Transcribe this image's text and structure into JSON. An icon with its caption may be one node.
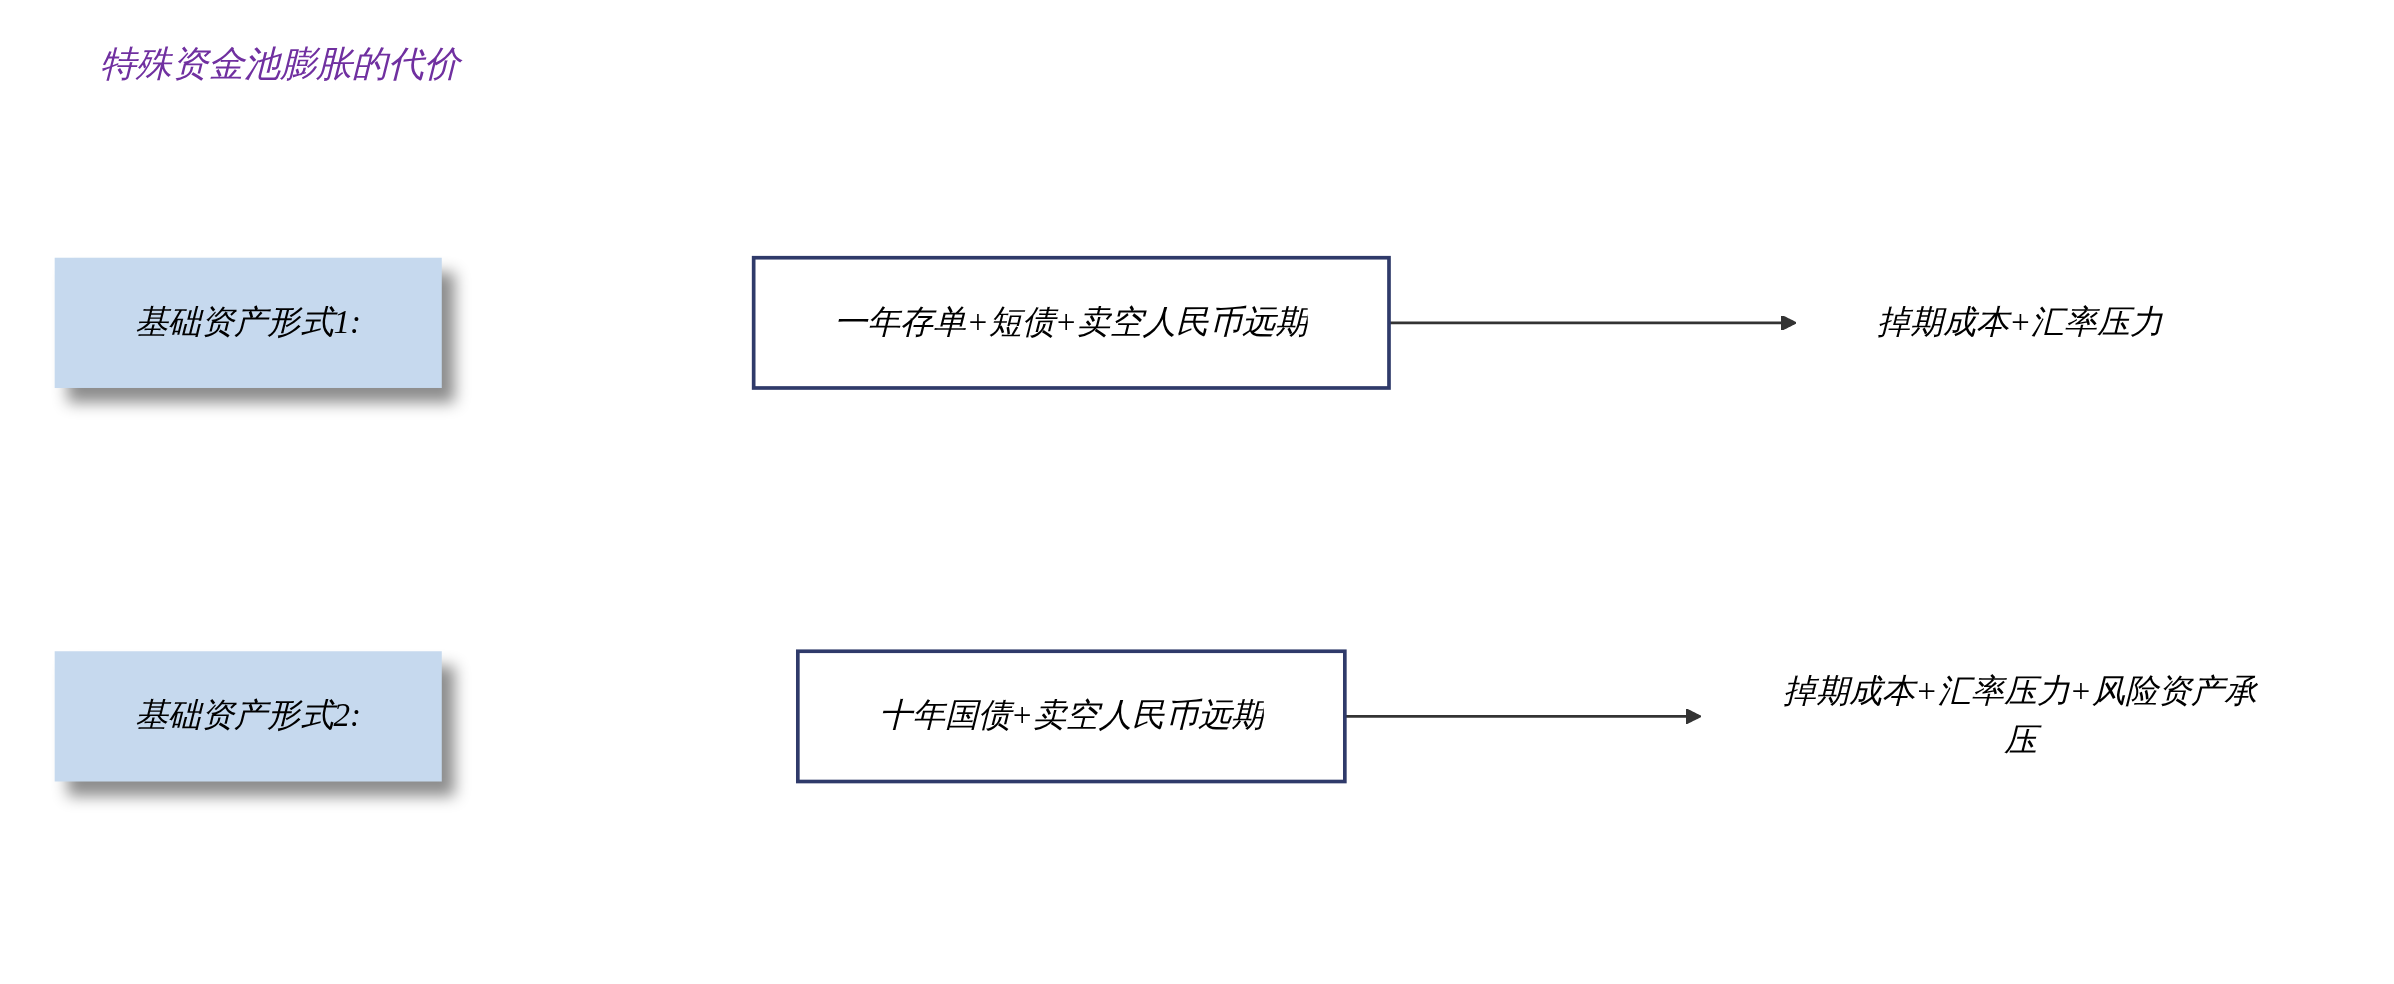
{
  "diagram": {
    "title": "特殊资金池膨胀的代价",
    "nodes": [
      {
        "text": [
          "基础资产形式1:"
        ]
      },
      {
        "text": [
          "一年存单+短债+卖空人民币远期"
        ]
      },
      {
        "text": [
          "掉期成本+汇率压力"
        ]
      },
      {
        "text": [
          "基础资产形式2:"
        ]
      },
      {
        "text": [
          "十年国债+卖空人民币远期"
        ]
      },
      {
        "text": [
          "掉期成本+汇率压力+风险资产承压"
        ]
      }
    ],
    "edges": [
      {
        "from": 1,
        "to": 2,
        "arrow": "to"
      },
      {
        "from": 4,
        "to": 5,
        "arrow": "to"
      }
    ]
  }
}
